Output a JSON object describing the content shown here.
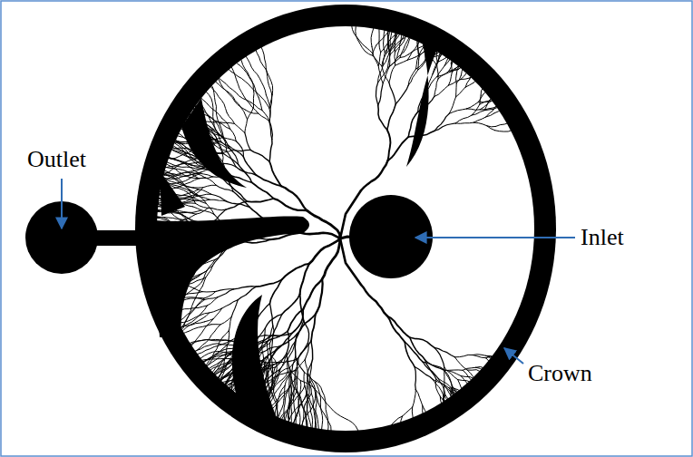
{
  "diagram": {
    "labels": [
      "Outlet",
      "Inlet",
      "Crown"
    ]
  }
}
